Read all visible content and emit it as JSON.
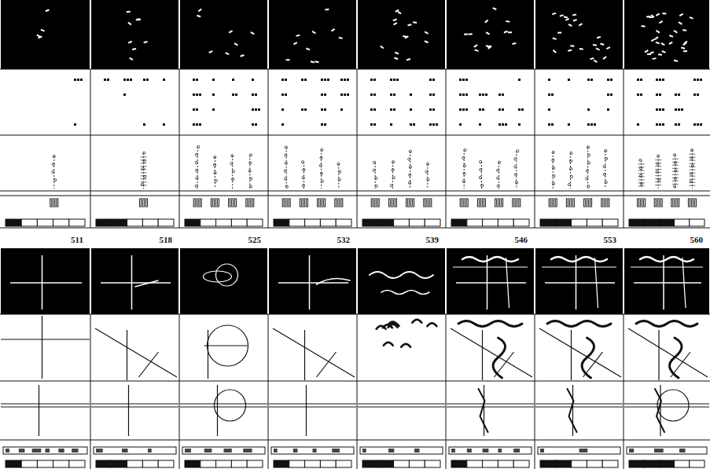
{
  "diagram": {
    "labels": [
      "511",
      "518",
      "525",
      "532",
      "539",
      "546",
      "553",
      "560"
    ]
  }
}
